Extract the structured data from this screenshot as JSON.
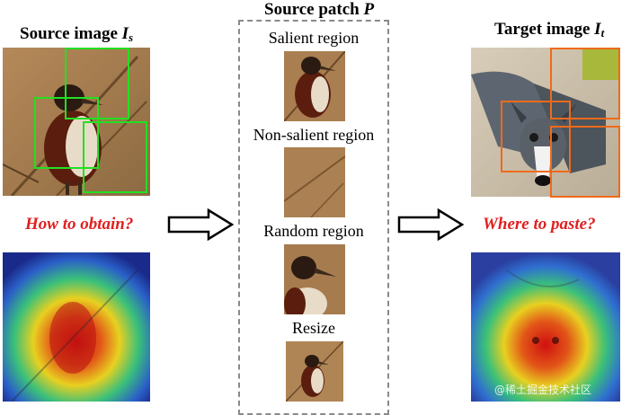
{
  "left": {
    "title_text": "Source image ",
    "title_var": "I",
    "title_sub": "s",
    "question": "How to obtain?"
  },
  "center": {
    "title_text": "Source patch ",
    "title_var": "P",
    "salient": "Salient region",
    "nonsalient": "Non-salient region",
    "random": "Random region",
    "resize": "Resize"
  },
  "right": {
    "title_text": "Target image ",
    "title_var": "I",
    "title_sub": "t",
    "question": "Where to paste?"
  },
  "watermark": "@稀土掘金技术社区",
  "colors": {
    "question": "#e02020",
    "source_box": "#22e022",
    "target_box": "#f06a1a",
    "dashed_frame": "#8a8a8a"
  },
  "icons": [
    "right-arrow-icon",
    "right-arrow-icon"
  ]
}
